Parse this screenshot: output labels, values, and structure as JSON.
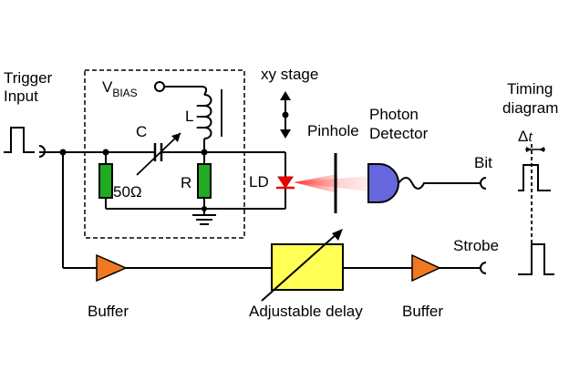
{
  "labels": {
    "trigger_line1": "Trigger",
    "trigger_line2": "Input",
    "vbias_main": "V",
    "vbias_sub": "BIAS",
    "inductor": "L",
    "capacitor": "C",
    "resistor_50": "50Ω",
    "resistor_r": "R",
    "laser_diode": "LD",
    "xy_stage": "xy stage",
    "pinhole": "Pinhole",
    "photon_line1": "Photon",
    "photon_line2": "Detector",
    "bit": "Bit",
    "strobe": "Strobe",
    "buffer_left": "Buffer",
    "adjustable_delay": "Adjustable delay",
    "buffer_right": "Buffer",
    "timing_line1": "Timing",
    "timing_line2": "diagram",
    "delta_t_symbol": "Δ",
    "delta_t_var": "t"
  },
  "colors": {
    "buffer_fill": "#f07820",
    "delay_fill": "#ffff55",
    "resistor_fill": "#22aa22",
    "detector_fill": "#6666dd",
    "laser_red": "#ee0000",
    "beam_red": "#ff5555"
  }
}
